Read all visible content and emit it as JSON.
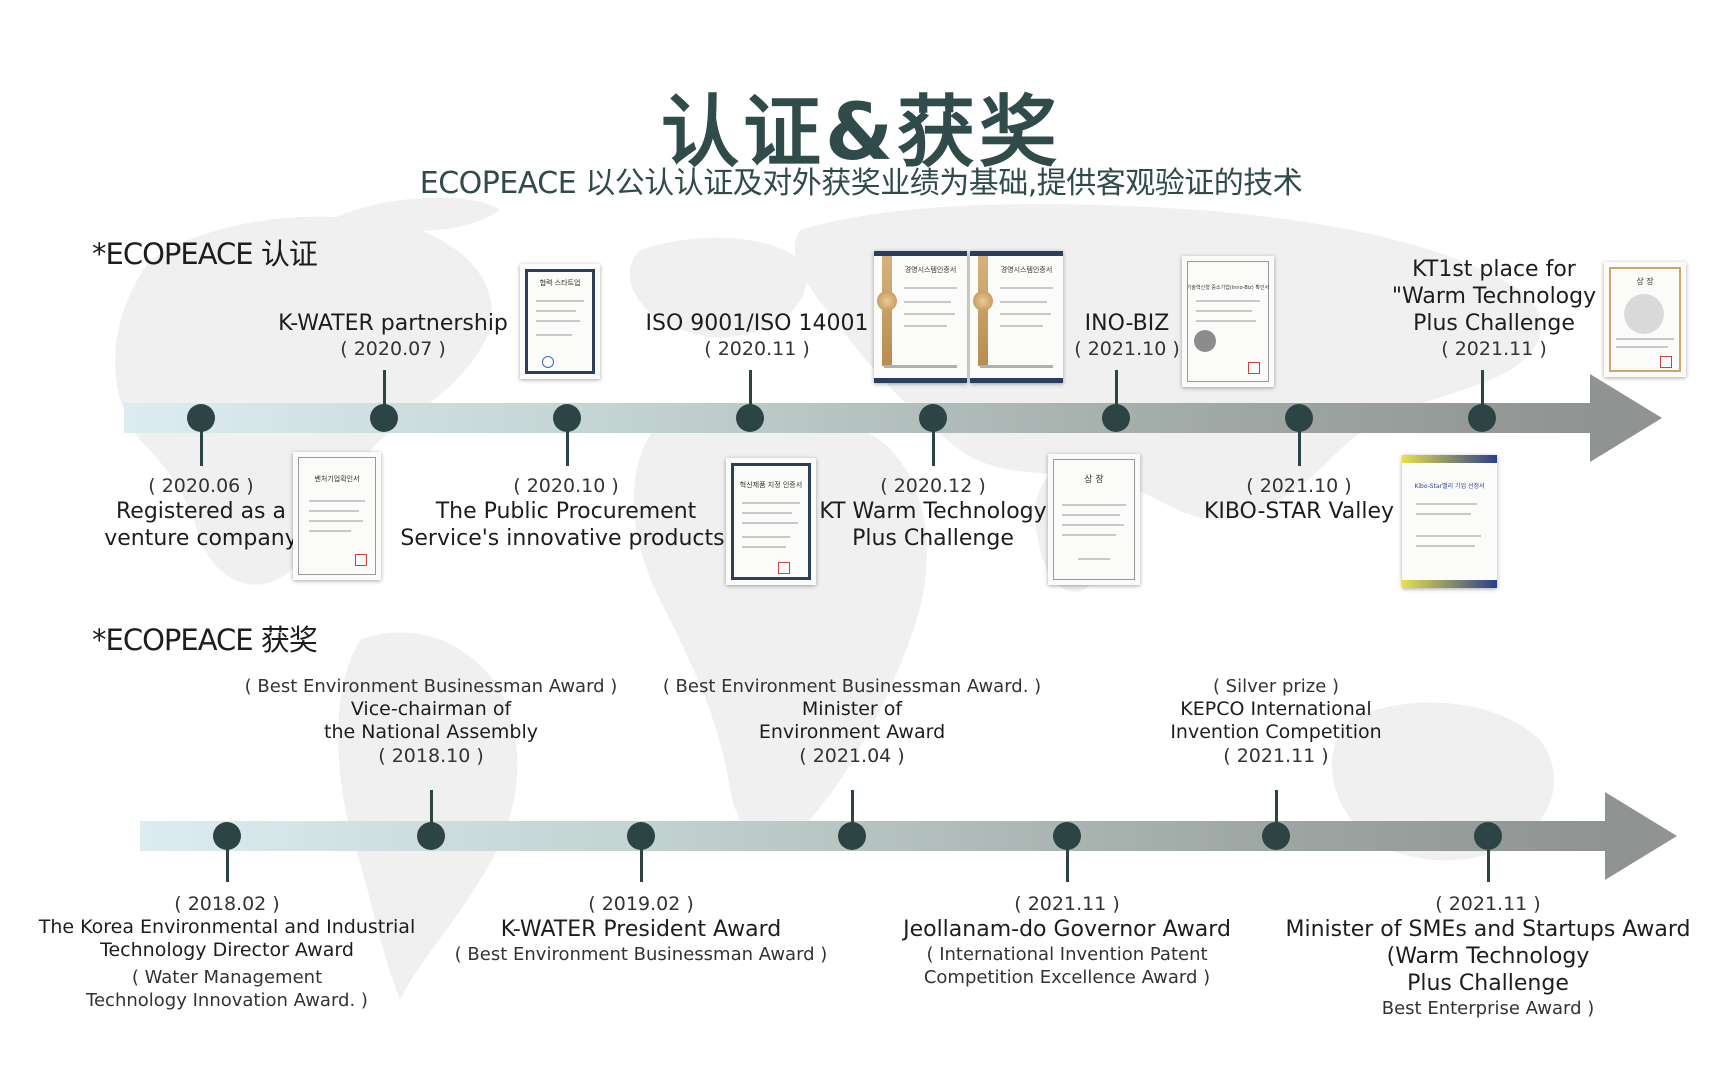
{
  "header": {
    "title": "认证&获奖",
    "subtitle": "ECOPEACE 以公认认证及对外获奖业绩为基础,提供客观验证的技术"
  },
  "sections": {
    "certification": "*ECOPEACE 认证",
    "awards": "*ECOPEACE 获奖"
  },
  "certifications": [
    {
      "date": "( 2020.06 )",
      "lines": [
        "Registered as a",
        "venture company"
      ]
    },
    {
      "date": "( 2020.07 )",
      "lines": [
        "K-WATER partnership"
      ]
    },
    {
      "date": "( 2020.10 )",
      "lines": [
        "The Public Procurement",
        "Service's innovative products."
      ]
    },
    {
      "date": "( 2020.11 )",
      "lines": [
        "ISO 9001/ISO 14001"
      ]
    },
    {
      "date": "( 2020.12 )",
      "lines": [
        "KT Warm Technology",
        "Plus Challenge"
      ]
    },
    {
      "date": "( 2021.10 )",
      "lines": [
        "INO-BIZ"
      ]
    },
    {
      "date": "( 2021.10 )",
      "lines": [
        "KIBO-STAR Valley"
      ]
    },
    {
      "date": "( 2021.11 )",
      "lines": [
        "KT1st place for",
        "\"Warm Technology",
        "Plus Challenge"
      ]
    }
  ],
  "awards": [
    {
      "date": "( 2018.02 )",
      "lines": [
        "The Korea Environmental and Industrial",
        "Technology Director Award"
      ],
      "notes": [
        "( Water Management",
        "Technology Innovation Award. )"
      ]
    },
    {
      "pre": "( Best Environment Businessman Award )",
      "lines": [
        "Vice-chairman of",
        "the National Assembly"
      ],
      "date": "( 2018.10 )"
    },
    {
      "date": "( 2019.02 )",
      "lines": [
        "K-WATER President Award"
      ],
      "notes": [
        "( Best Environment Businessman Award )"
      ]
    },
    {
      "pre": "( Best Environment Businessman Award. )",
      "lines": [
        "Minister of",
        "Environment Award"
      ],
      "date": "( 2021.04 )"
    },
    {
      "date": "( 2021.11 )",
      "lines": [
        "Jeollanam-do Governor Award"
      ],
      "notes": [
        "( International Invention Patent",
        "Competition Excellence Award )"
      ]
    },
    {
      "pre": "( Silver prize )",
      "lines": [
        "KEPCO International",
        "Invention Competition"
      ],
      "date": "( 2021.11 )"
    },
    {
      "date": "( 2021.11 )",
      "lines": [
        "Minister of SMEs and Startups Award"
      ],
      "lines2": [
        "(Warm Technology",
        "Plus Challenge"
      ],
      "notes": [
        "Best Enterprise Award )"
      ]
    }
  ],
  "certificates": {
    "venture": "벤처기업확인서",
    "kwater": "협력 스타트업",
    "procurement": "혁신제품 지정 인증서",
    "iso_a": "경영시스템인증서",
    "iso_b": "경영시스템인증서",
    "ktwarm": "상 장",
    "inobiz": "기술혁신형 중소기업(Inno-Biz) 확인서",
    "kibo": "Kibo-Star밸리 기업 선정서",
    "kt1st": "상 장"
  },
  "colors": {
    "title": "#2f4b4a",
    "dot": "#2c4544",
    "arrow": "#8f9391",
    "highlight": "#cde8ef"
  }
}
